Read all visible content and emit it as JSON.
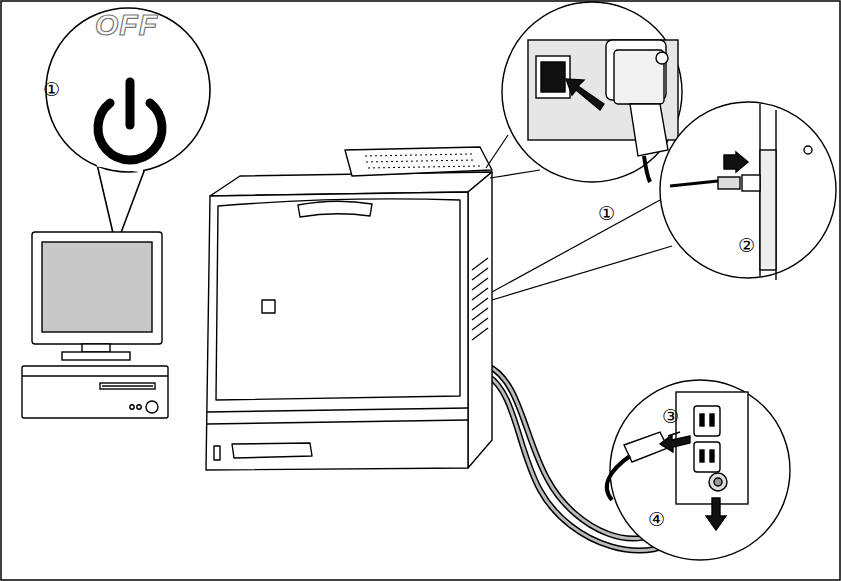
{
  "diagram": {
    "labels": [
      "OFF",
      "①",
      "①",
      "②",
      "③",
      "④"
    ]
  }
}
